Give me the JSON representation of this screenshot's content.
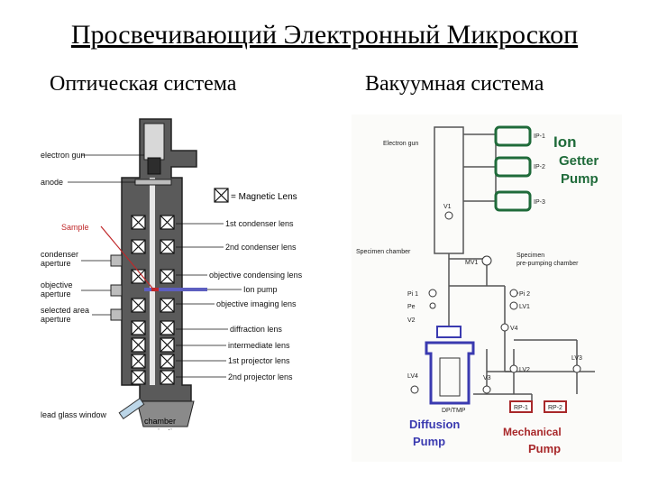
{
  "title": "Просвечивающий Электронный Микроскоп",
  "left": {
    "heading": "Оптическая система",
    "legend": "= Magnetic Lens",
    "labels": {
      "electron_gun": "electron gun",
      "anode": "anode",
      "sample": "Sample",
      "condenser_aperture_1": "condenser",
      "condenser_aperture_2": "aperture",
      "objective_aperture_1": "objective",
      "objective_aperture_2": "aperture",
      "selected_area_1": "selected area",
      "selected_area_2": "aperture",
      "lead_glass_window": "lead glass window",
      "projecting_1": "projecting",
      "projecting_2": "chamber"
    },
    "lens_labels": [
      "1st condenser lens",
      "2nd condenser lens",
      "objective condensing lens",
      "Ion pump",
      "objective imaging lens",
      "diffraction lens",
      "intermediate lens",
      "1st projector lens",
      "2nd projector lens"
    ]
  },
  "right": {
    "heading": "Вакуумная система",
    "labels": {
      "electron_gun": "Electron gun",
      "ip1": "IP-1",
      "ip2": "IP-2",
      "ip3": "IP-3",
      "v1": "V1",
      "specimen_chamber": "Specimen chamber",
      "mv1": "MV1",
      "prepump_1": "Specimen",
      "prepump_2": "pre-pumping chamber",
      "pi1": "Pi 1",
      "pe": "Pe",
      "v2": "V2",
      "pi2": "Pi 2",
      "lv1": "LV1",
      "v4": "V4",
      "lv4": "LV4",
      "v3": "V3",
      "lv2": "LV2",
      "lv3": "LV3",
      "dp_tmp": "DP/TMP",
      "rp1": "RP-1",
      "rp2": "RP-2",
      "ion_getter_1": "Ion",
      "ion_getter_2": "Getter",
      "ion_getter_3": "Pump",
      "diffusion_1": "Diffusion",
      "diffusion_2": "Pump",
      "mechanical_1": "Mechanical",
      "mechanical_2": "Pump"
    }
  },
  "colors": {
    "column": "#5a5a5a",
    "column_dark": "#3a3a3a",
    "lens_fill": "#ffffff",
    "sample_red": "#c0282a",
    "ion_pump_blue": "#5d5fc0",
    "ion_getter_green": "#1f6b3a",
    "diffusion_blue": "#3a3ab0",
    "mechanical_red": "#a8282a",
    "pipe": "#555555"
  }
}
